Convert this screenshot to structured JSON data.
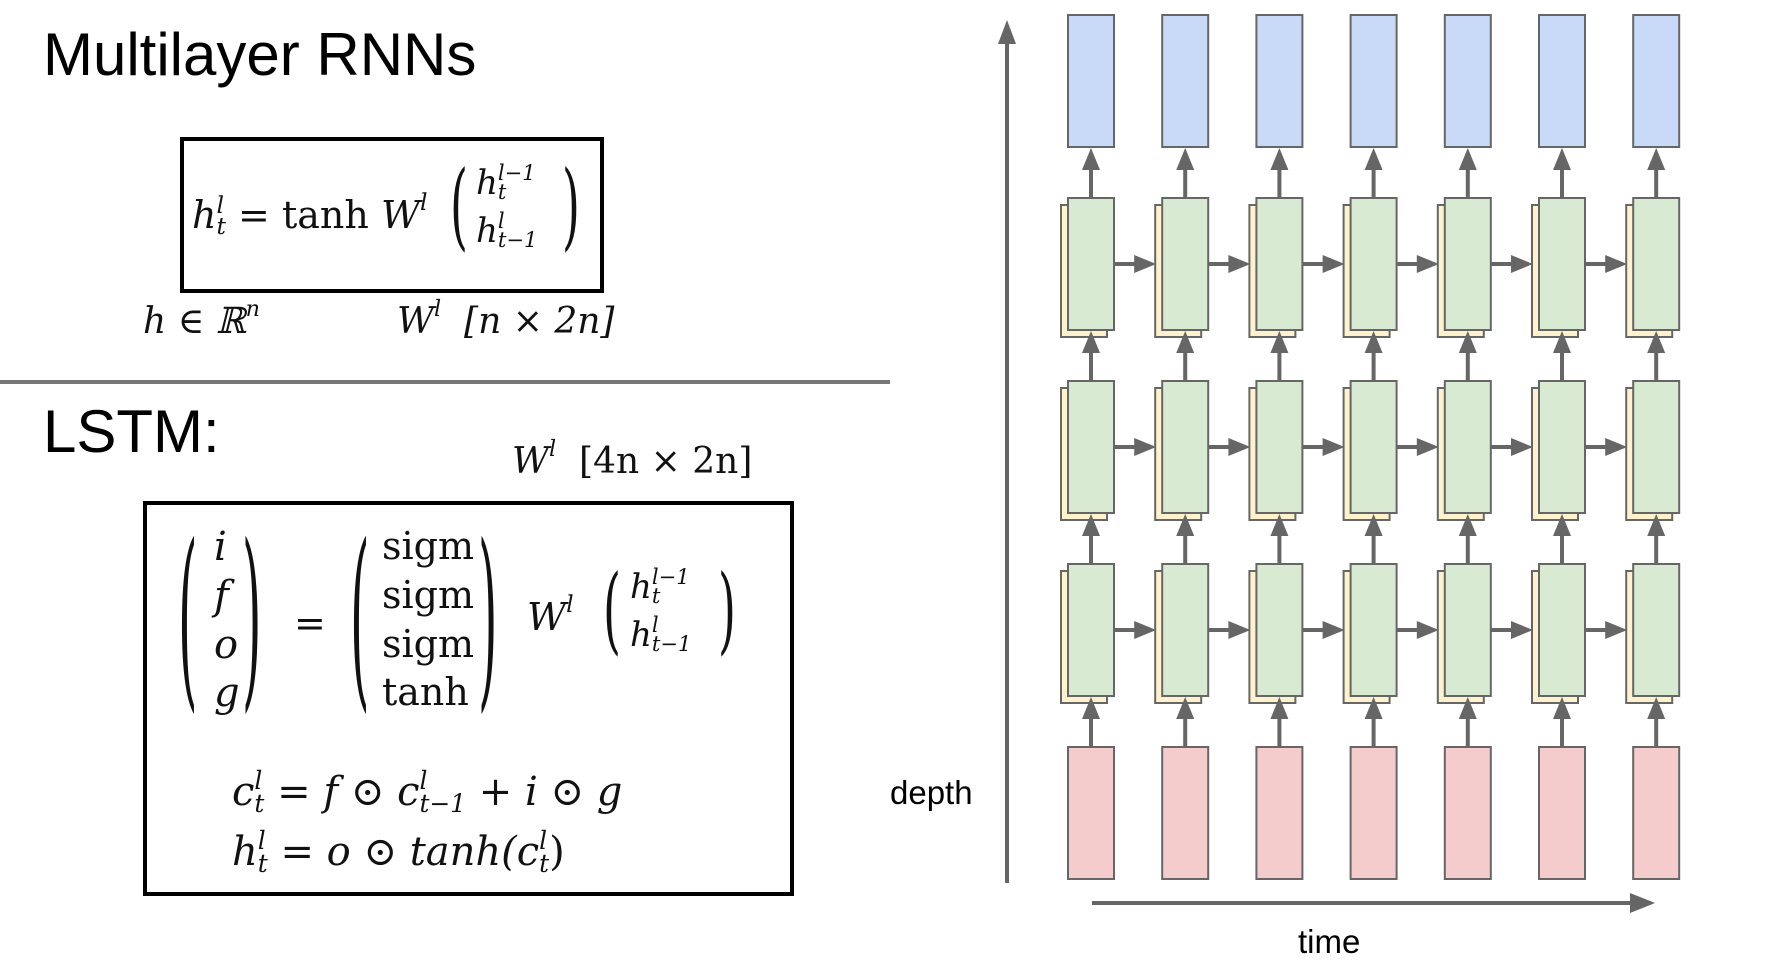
{
  "slide": {
    "title_rnn": "Multilayer RNNs",
    "title_lstm": "LSTM:"
  },
  "rnn_equation": {
    "lhs_base": "h",
    "lhs_sup": "l",
    "lhs_sub": "t",
    "equals": "=",
    "func": "tanh",
    "weight": "W",
    "weight_sup": "l",
    "vector": [
      {
        "base": "h",
        "sup": "l−1",
        "sub": "t"
      },
      {
        "base": "h",
        "sup": "l",
        "sub": "t−1"
      }
    ],
    "note_h": "h ∈ ℝ",
    "note_h_sup": "n",
    "note_w": "W",
    "note_w_sup": "l",
    "note_w_dims": "[n × 2n]"
  },
  "lstm_equation": {
    "dims_w": "W",
    "dims_w_sup": "l",
    "dims": "[4n × 2n]",
    "gates": [
      "i",
      "f",
      "o",
      "g"
    ],
    "equals": "=",
    "activations": [
      "sigm",
      "sigm",
      "sigm",
      "tanh"
    ],
    "weight": "W",
    "weight_sup": "l",
    "vector": [
      {
        "base": "h",
        "sup": "l−1",
        "sub": "t"
      },
      {
        "base": "h",
        "sup": "l",
        "sub": "t−1"
      }
    ],
    "cell_update": {
      "lhs": "c",
      "lhs_sup": "l",
      "lhs_sub": "t",
      "rhs_part1": "= f ⊙ c",
      "rhs_sup": "l",
      "rhs_sub": "t−1",
      "rhs_part2": "+ i ⊙ g"
    },
    "hidden_update": {
      "lhs": "h",
      "lhs_sup": "l",
      "lhs_sub": "t",
      "rhs_part1": "= o ⊙ tanh(c",
      "rhs_sup": "l",
      "rhs_sub": "t",
      "rhs_part2": ")"
    }
  },
  "diagram": {
    "depth_label": "depth",
    "time_label": "time",
    "columns": 7,
    "rows": [
      {
        "name": "output",
        "kind": "output",
        "fill": "#c9daf8"
      },
      {
        "name": "hidden-layer-3",
        "kind": "hidden",
        "fill": "#d9ead3"
      },
      {
        "name": "hidden-layer-2",
        "kind": "hidden",
        "fill": "#d9ead3"
      },
      {
        "name": "hidden-layer-1",
        "kind": "hidden",
        "fill": "#d9ead3"
      },
      {
        "name": "input",
        "kind": "input",
        "fill": "#f4cccc"
      }
    ],
    "cell_state_fill": "#fff2cc",
    "stroke_color": "#666666"
  }
}
